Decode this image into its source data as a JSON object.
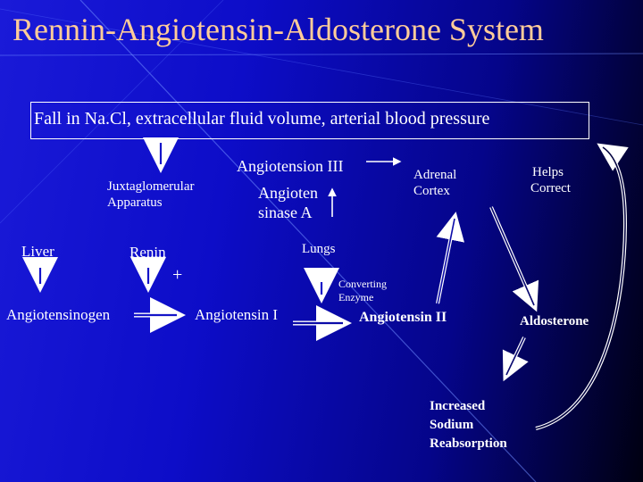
{
  "title": "Rennin-Angiotensin-Aldosterone System",
  "trigger": "Fall in Na.Cl, extracellular fluid volume, arterial blood pressure",
  "nodes": {
    "juxtaglomerular_line1": "Juxtaglomerular",
    "juxtaglomerular_line2": "Apparatus",
    "angiotension_iii": "Angiotension III",
    "angiotensinase_line1": "Angioten",
    "angiotensinase_line2": "sinase A",
    "adrenal_line1": "Adrenal",
    "adrenal_line2": "Cortex",
    "helps_line1": "Helps",
    "helps_line2": "Correct",
    "liver": "Liver",
    "renin": "Renin",
    "plus": "+",
    "lungs": "Lungs",
    "converting_line1": "Converting",
    "converting_line2": "Enzyme",
    "angiotensinogen": "Angiotensinogen",
    "angiotensin_i": "Angiotensin I",
    "angiotensin_ii": "Angiotensin II",
    "aldosterone": "Aldosterone",
    "increased_line1": "Increased",
    "increased_line2": "Sodium",
    "increased_line3": "Reabsorption"
  },
  "colors": {
    "title": "#ffcc99",
    "text": "#ffffff",
    "arrow": "#ffffff",
    "background_left": "#1a1ad8",
    "background_right": "#000010"
  }
}
